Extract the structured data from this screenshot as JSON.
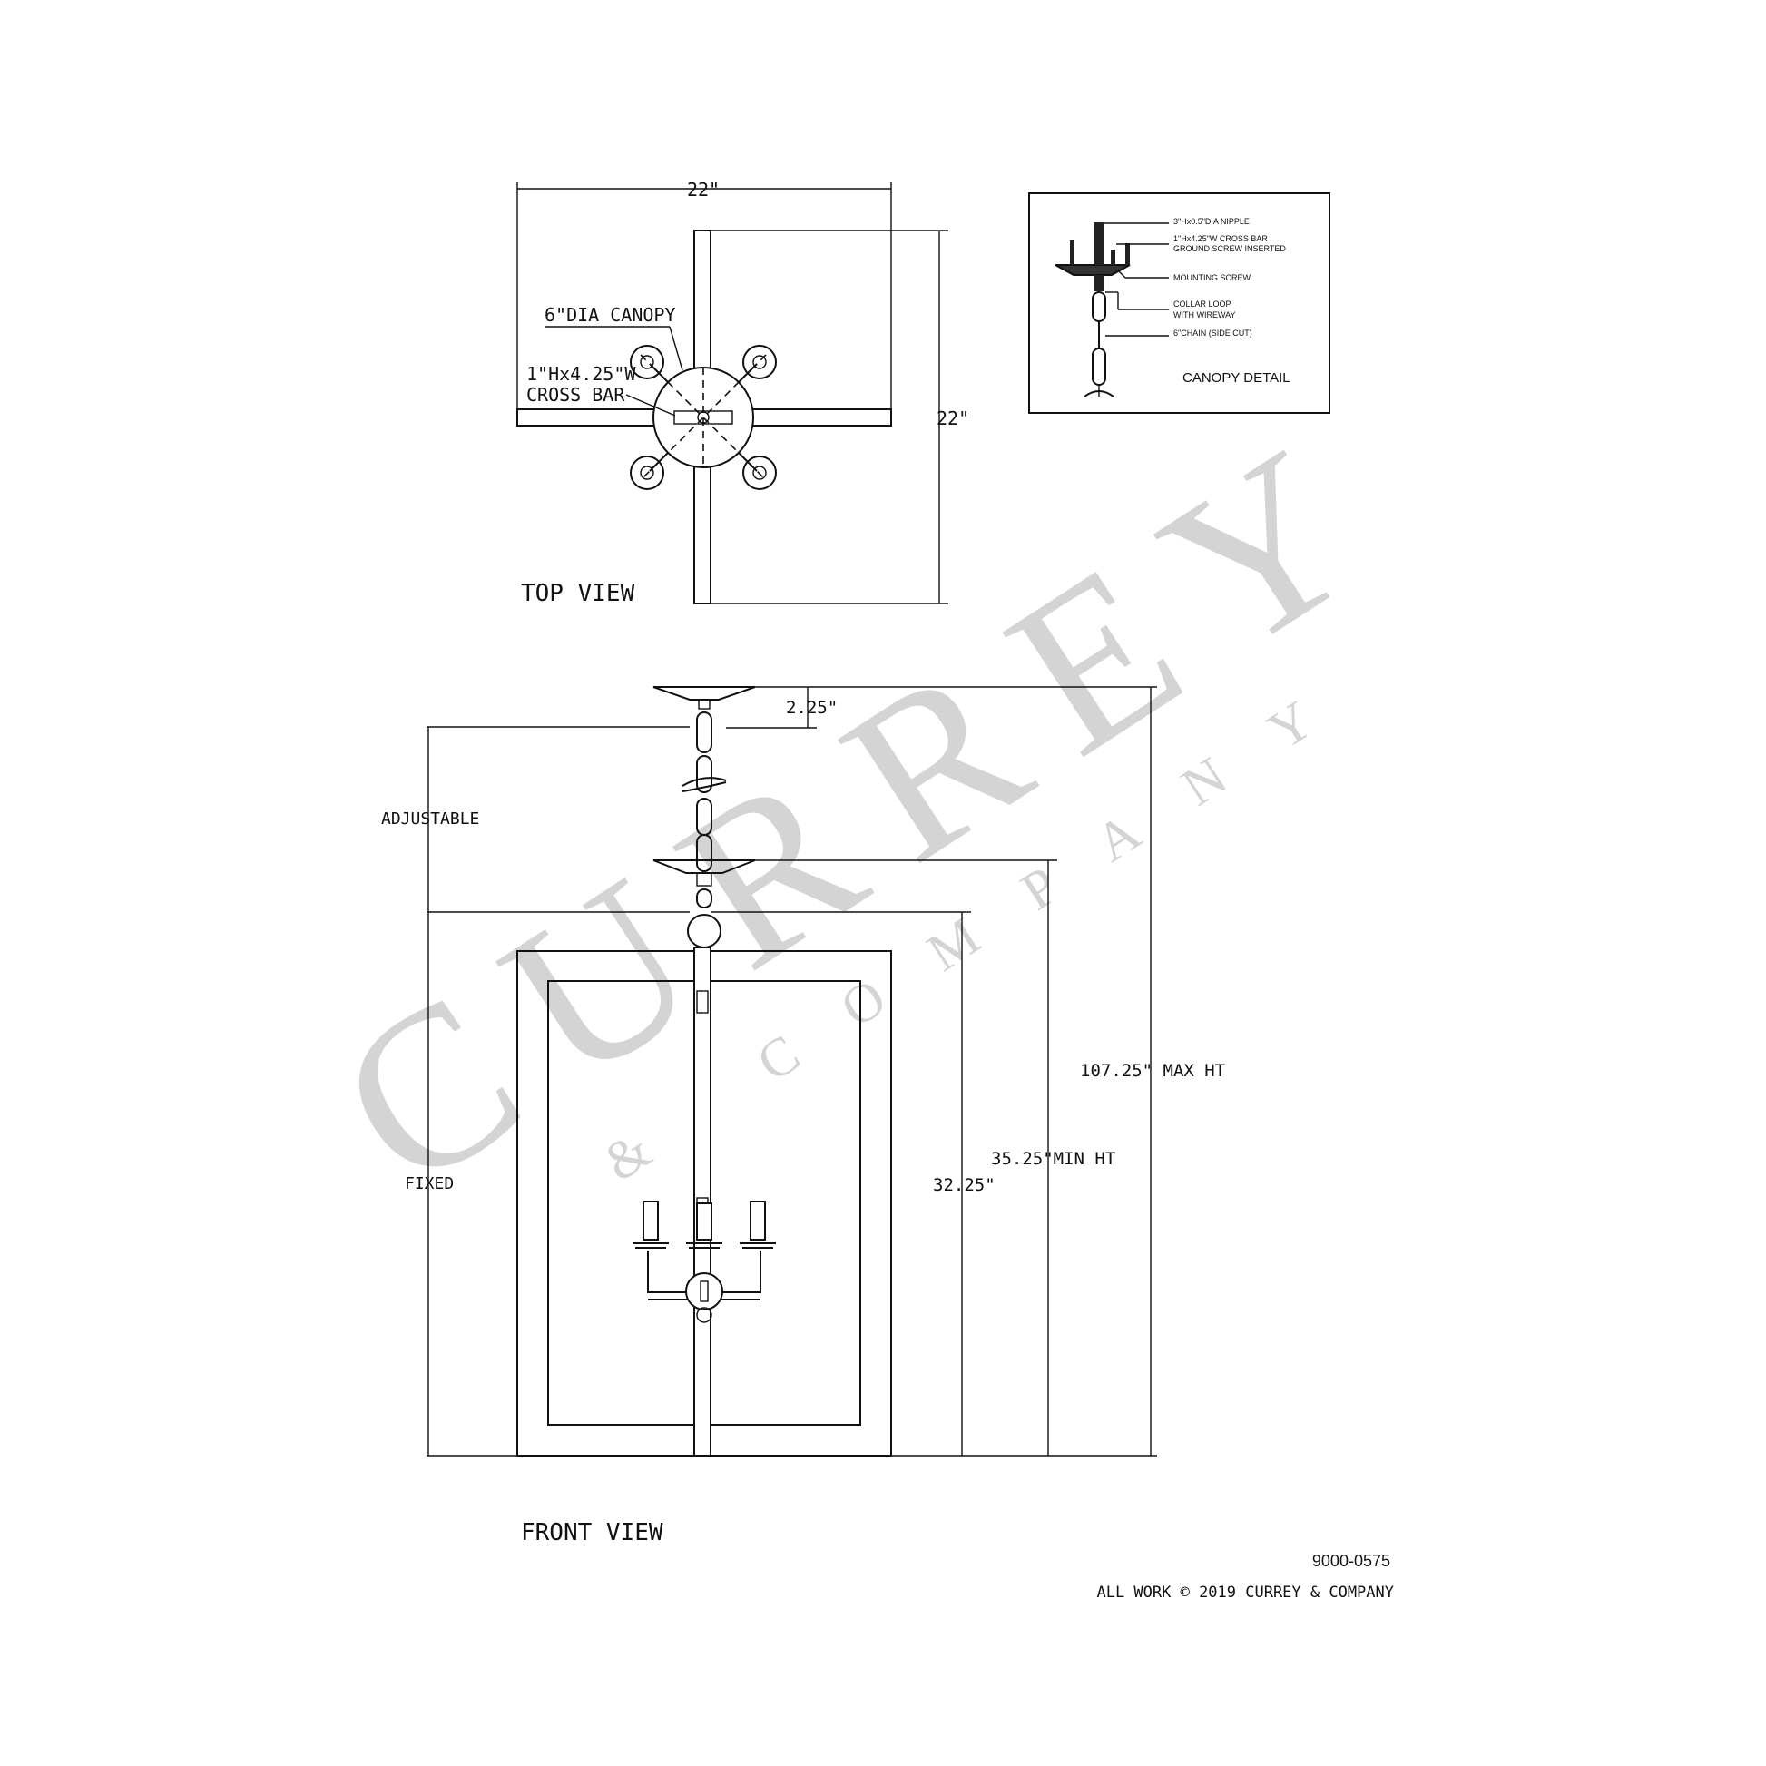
{
  "watermark": {
    "name": "CURREY",
    "sub": "& COMPANY"
  },
  "top_view": {
    "title": "TOP VIEW",
    "width_label": "22\"",
    "depth_label": "22\"",
    "canopy_label": "6\"DIA CANOPY",
    "crossbar_label_1": "1\"Hx4.25\"W",
    "crossbar_label_2": "CROSS BAR"
  },
  "canopy_detail": {
    "title": "CANOPY DETAIL",
    "callouts": [
      "3\"Hx0.5\"DIA NIPPLE",
      "1\"Hx4.25\"W CROSS BAR",
      "GROUND SCREW INSERTED",
      "MOUNTING SCREW",
      "COLLAR LOOP",
      "WITH WIREWAY",
      "6\"CHAIN (SIDE CUT)"
    ]
  },
  "front_view": {
    "title": "FRONT VIEW",
    "canopy_height": "2.25\"",
    "adjustable": "ADJUSTABLE",
    "fixed": "FIXED",
    "body_height": "32.25\"",
    "min_height": "35.25\"MIN HT",
    "max_height": "107.25\" MAX HT"
  },
  "footer": {
    "item_number": "9000-0575",
    "copyright": "ALL WORK © 2019 CURREY & COMPANY"
  }
}
